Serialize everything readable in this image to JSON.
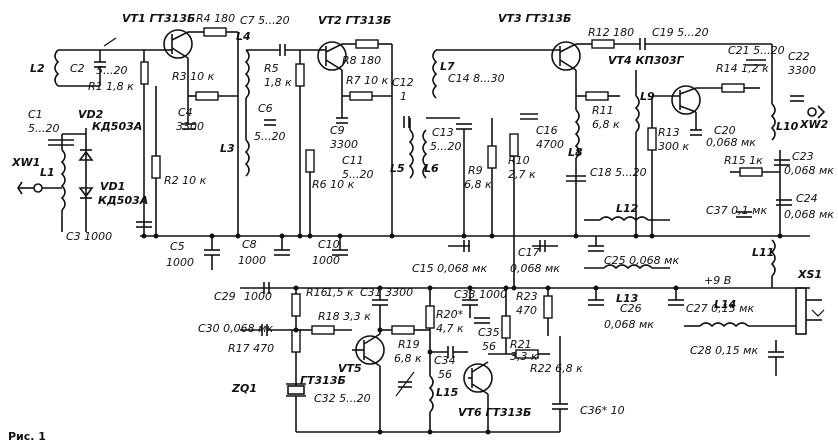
{
  "figure_caption": "Рис. 1",
  "labels": [
    {
      "id": "VT1",
      "text": "VT1 ГТ313Б"
    },
    {
      "id": "R4",
      "text": "R4 180"
    },
    {
      "id": "L2",
      "text": "L2"
    },
    {
      "id": "C2",
      "text": "C2"
    },
    {
      "id": "C2v",
      "text": "5...20"
    },
    {
      "id": "R1",
      "text": "R1 1,8 к"
    },
    {
      "id": "R3",
      "text": "R3 10 к"
    },
    {
      "id": "C1",
      "text": "C1"
    },
    {
      "id": "C1v",
      "text": "5...20"
    },
    {
      "id": "VD2",
      "text": "VD2"
    },
    {
      "id": "VD2t",
      "text": "КД503А"
    },
    {
      "id": "XW1",
      "text": "XW1"
    },
    {
      "id": "L1",
      "text": "L1"
    },
    {
      "id": "VD1",
      "text": "VD1"
    },
    {
      "id": "VD1t",
      "text": "КД503А"
    },
    {
      "id": "C4",
      "text": "C4"
    },
    {
      "id": "C4v",
      "text": "3300"
    },
    {
      "id": "R2",
      "text": "R2 10 к"
    },
    {
      "id": "C3",
      "text": "C3 1000"
    },
    {
      "id": "C5",
      "text": "C5"
    },
    {
      "id": "C5v",
      "text": "1000"
    },
    {
      "id": "C7",
      "text": "C7 5...20"
    },
    {
      "id": "VT2",
      "text": "VT2 ГТ313Б"
    },
    {
      "id": "L4",
      "text": "L4"
    },
    {
      "id": "R5",
      "text": "R5"
    },
    {
      "id": "R5v",
      "text": "1,8 к"
    },
    {
      "id": "R8",
      "text": "R8 180"
    },
    {
      "id": "R7",
      "text": "R7 10 к"
    },
    {
      "id": "C6",
      "text": "C6"
    },
    {
      "id": "C6v",
      "text": "5...20"
    },
    {
      "id": "L3",
      "text": "L3"
    },
    {
      "id": "C9",
      "text": "C9"
    },
    {
      "id": "C9v",
      "text": "3300"
    },
    {
      "id": "C11",
      "text": "C11"
    },
    {
      "id": "C11v",
      "text": "5...20"
    },
    {
      "id": "R6",
      "text": "R6 10 к"
    },
    {
      "id": "C8",
      "text": "C8"
    },
    {
      "id": "C8v",
      "text": "1000"
    },
    {
      "id": "C10",
      "text": "C10"
    },
    {
      "id": "C10v",
      "text": "1000"
    },
    {
      "id": "C12",
      "text": "C12"
    },
    {
      "id": "C12v",
      "text": "1"
    },
    {
      "id": "L7",
      "text": "L7"
    },
    {
      "id": "C14",
      "text": "C14 8...30"
    },
    {
      "id": "C13",
      "text": "C13"
    },
    {
      "id": "C13v",
      "text": "5...20"
    },
    {
      "id": "L5",
      "text": "L5"
    },
    {
      "id": "L6",
      "text": "L6"
    },
    {
      "id": "R9",
      "text": "R9"
    },
    {
      "id": "R9v",
      "text": "6,8 к"
    },
    {
      "id": "C16",
      "text": "C16"
    },
    {
      "id": "C16v",
      "text": "4700"
    },
    {
      "id": "R10",
      "text": "R10"
    },
    {
      "id": "R10v",
      "text": "2,7 к"
    },
    {
      "id": "VT3",
      "text": "VT3 ГТ313Б"
    },
    {
      "id": "R12",
      "text": "R12 180"
    },
    {
      "id": "C19",
      "text": "C19 5...20"
    },
    {
      "id": "VT4",
      "text": "VT4 КП303Г"
    },
    {
      "id": "C21",
      "text": "C21 5...20"
    },
    {
      "id": "C22",
      "text": "C22"
    },
    {
      "id": "C22v",
      "text": "3300"
    },
    {
      "id": "R11",
      "text": "R11"
    },
    {
      "id": "R11v",
      "text": "6,8 к"
    },
    {
      "id": "L8",
      "text": "L8"
    },
    {
      "id": "L9",
      "text": "L9"
    },
    {
      "id": "R14",
      "text": "R14 1,2 к"
    },
    {
      "id": "C20",
      "text": "C20"
    },
    {
      "id": "C20v",
      "text": "0,068 мк"
    },
    {
      "id": "L10",
      "text": "L10"
    },
    {
      "id": "XW2",
      "text": "XW2"
    },
    {
      "id": "R13",
      "text": "R13"
    },
    {
      "id": "R13v",
      "text": "300 к"
    },
    {
      "id": "C18",
      "text": "C18 5...20"
    },
    {
      "id": "R15",
      "text": "R15 1к"
    },
    {
      "id": "C23",
      "text": "C23"
    },
    {
      "id": "C23v",
      "text": "0,068 мк"
    },
    {
      "id": "C24",
      "text": "C24"
    },
    {
      "id": "C24v",
      "text": "0,068 мк"
    },
    {
      "id": "C37",
      "text": "C37 0,1 мк"
    },
    {
      "id": "L11",
      "text": "L11"
    },
    {
      "id": "L12",
      "text": "L12"
    },
    {
      "id": "C25",
      "text": "C25 0,068 мк"
    },
    {
      "id": "C15",
      "text": "C15 0,068 мк"
    },
    {
      "id": "C17",
      "text": "C17"
    },
    {
      "id": "C17v",
      "text": "0,068 мк"
    },
    {
      "id": "plus9",
      "text": "+9 В"
    },
    {
      "id": "XS1",
      "text": "XS1"
    },
    {
      "id": "C29",
      "text": "C29"
    },
    {
      "id": "C29v",
      "text": "1000"
    },
    {
      "id": "R16",
      "text": "R16"
    },
    {
      "id": "R16v",
      "text": "1,5 к"
    },
    {
      "id": "C31",
      "text": "C31 3300"
    },
    {
      "id": "C33",
      "text": "C33 1000"
    },
    {
      "id": "R23",
      "text": "R23"
    },
    {
      "id": "R23v",
      "text": "470"
    },
    {
      "id": "L13",
      "text": "L13"
    },
    {
      "id": "C26",
      "text": "C26"
    },
    {
      "id": "C26v",
      "text": "0,068 мк"
    },
    {
      "id": "C27",
      "text": "C27 0,15 мк"
    },
    {
      "id": "C30",
      "text": "C30 0,068 мк"
    },
    {
      "id": "R18",
      "text": "R18 3,3 к"
    },
    {
      "id": "R19",
      "text": "R19"
    },
    {
      "id": "R19v",
      "text": "6,8 к"
    },
    {
      "id": "R20",
      "text": "R20*"
    },
    {
      "id": "R20v",
      "text": "4,7 к"
    },
    {
      "id": "C34",
      "text": "C34"
    },
    {
      "id": "C34v",
      "text": "56"
    },
    {
      "id": "C35",
      "text": "C35"
    },
    {
      "id": "C35v",
      "text": "56"
    },
    {
      "id": "R21",
      "text": "R21"
    },
    {
      "id": "R21v",
      "text": "3,3 к"
    },
    {
      "id": "L14",
      "text": "L14"
    },
    {
      "id": "R17",
      "text": "R17 470"
    },
    {
      "id": "VT5",
      "text": "VT5"
    },
    {
      "id": "VT5t",
      "text": "ГТ313Б"
    },
    {
      "id": "R22",
      "text": "R22 6,8 к"
    },
    {
      "id": "C28",
      "text": "C28 0,15 мк"
    },
    {
      "id": "ZQ1",
      "text": "ZQ1"
    },
    {
      "id": "C32",
      "text": "C32 5...20"
    },
    {
      "id": "L15",
      "text": "L15"
    },
    {
      "id": "VT6",
      "text": "VT6 ГТ313Б"
    },
    {
      "id": "C36",
      "text": "C36* 10"
    }
  ]
}
